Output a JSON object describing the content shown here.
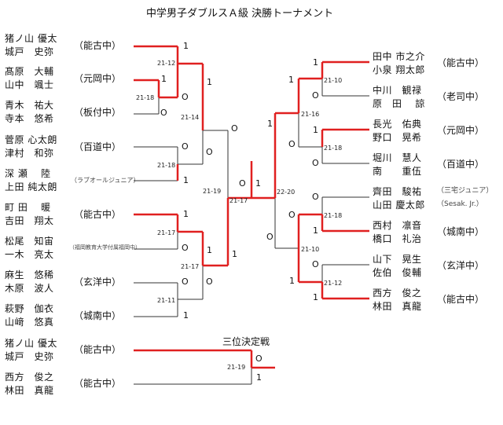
{
  "title": "中学男子ダブルスＡ級 決勝トーナメント",
  "colors": {
    "win": "#e02020",
    "lose": "#333333"
  },
  "left": [
    {
      "p1": "猪ノ山 優太",
      "p2": "城戸　史弥",
      "club": "（能古中）"
    },
    {
      "p1": "髙原　大輔",
      "p2": "山中　颯士",
      "club": "（元岡中）"
    },
    {
      "p1": "青木　祐大",
      "p2": "寺本　悠希",
      "club": "（板付中）"
    },
    {
      "p1": "菅原 心太朗",
      "p2": "津村　和弥",
      "club": "（百道中）"
    },
    {
      "p1": "深 瀬　 陸",
      "p2": "上田 純太朗",
      "club": "（ラブオールジュニア）"
    },
    {
      "p1": "町 田　 暖",
      "p2": "吉田　翔太",
      "club": "（能古中）"
    },
    {
      "p1": "松尾　知宙",
      "p2": "一木　亮太",
      "club": "（福岡教育大学付属福岡中）"
    },
    {
      "p1": "麻生　悠稀",
      "p2": "木原　波人",
      "club": "（玄洋中）"
    },
    {
      "p1": "萩野　伽衣",
      "p2": "山﨑　悠真",
      "club": "（城南中）"
    }
  ],
  "right": [
    {
      "p1": "田中 市之介",
      "p2": "小泉 翔太郎",
      "club": "（能古中）"
    },
    {
      "p1": "中川　観禄",
      "p2": "原　田　 諒",
      "club": "（老司中）"
    },
    {
      "p1": "長光　佑典",
      "p2": "野口　晃希",
      "club": "（元岡中）"
    },
    {
      "p1": "堀川　慧人",
      "p2": "南　　重伍",
      "club": "（百道中）"
    },
    {
      "p1": "齊田　駿祐",
      "p2": "山田 慶太郎",
      "club": "（三宅ジュニア）",
      "club2": "（Sesak. Jr.）"
    },
    {
      "p1": "西村　凛音",
      "p2": "橋口　礼治",
      "club": "（城南中）"
    },
    {
      "p1": "山下　晃生",
      "p2": "佐伯　俊輔",
      "club": "（玄洋中）"
    },
    {
      "p1": "西方　俊之",
      "p2": "林田　真龍",
      "club": "（能古中）"
    }
  ],
  "third": {
    "label": "三位決定戦",
    "teams": [
      {
        "p1": "猪ノ山 優太",
        "p2": "城戸　史弥",
        "club": "（能古中）"
      },
      {
        "p1": "西方　俊之",
        "p2": "林田　真龍",
        "club": "（能古中）"
      }
    ],
    "score": "21-19"
  },
  "scores": {
    "L1": "21-12",
    "L2": "21-18",
    "L3": "21-14",
    "L4": "21-18",
    "L5": "21-17",
    "L6": "21-11",
    "L7": "21-17",
    "L8": "21-19",
    "R1": "21-10",
    "R2": "21-16",
    "R3": "21-18",
    "R4": "21-18",
    "R5": "21-10",
    "R6": "21-12",
    "R7": "21-17",
    "F": "22-20"
  },
  "marks": {
    "win": "1",
    "lose": "O"
  }
}
